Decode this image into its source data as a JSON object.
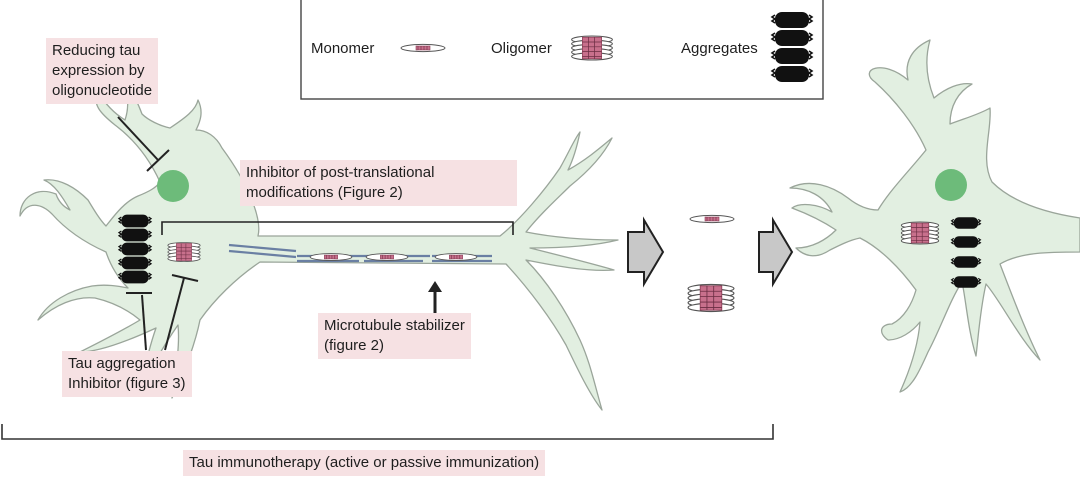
{
  "legend": {
    "monomer": "Monomer",
    "oligomer": "Oligomer",
    "aggregates": "Aggregates"
  },
  "labels": {
    "oligonucleotide": [
      "Reducing tau",
      "expression by",
      "oligonucleotide"
    ],
    "ptm_inhibitor": [
      "Inhibitor of post-translational",
      "modifications (Figure 2)"
    ],
    "microtubule": [
      "Microtubule stabilizer",
      "(figure 2)"
    ],
    "aggregation_inhibitor": [
      "Tau aggregation",
      "Inhibitor (figure 3)"
    ],
    "immunotherapy": "Tau immunotherapy (active or passive immunization)"
  },
  "colors": {
    "cell_fill": "#e2efe1",
    "cell_stroke": "#9aa59a",
    "nucleus": "#6dbb7a",
    "label_bg": "#f6e1e3",
    "microtubule": "#6a7fa3",
    "tau_pink": "#c8708c",
    "aggregate": "#111111",
    "arrow_fill": "#c8c8c8"
  }
}
